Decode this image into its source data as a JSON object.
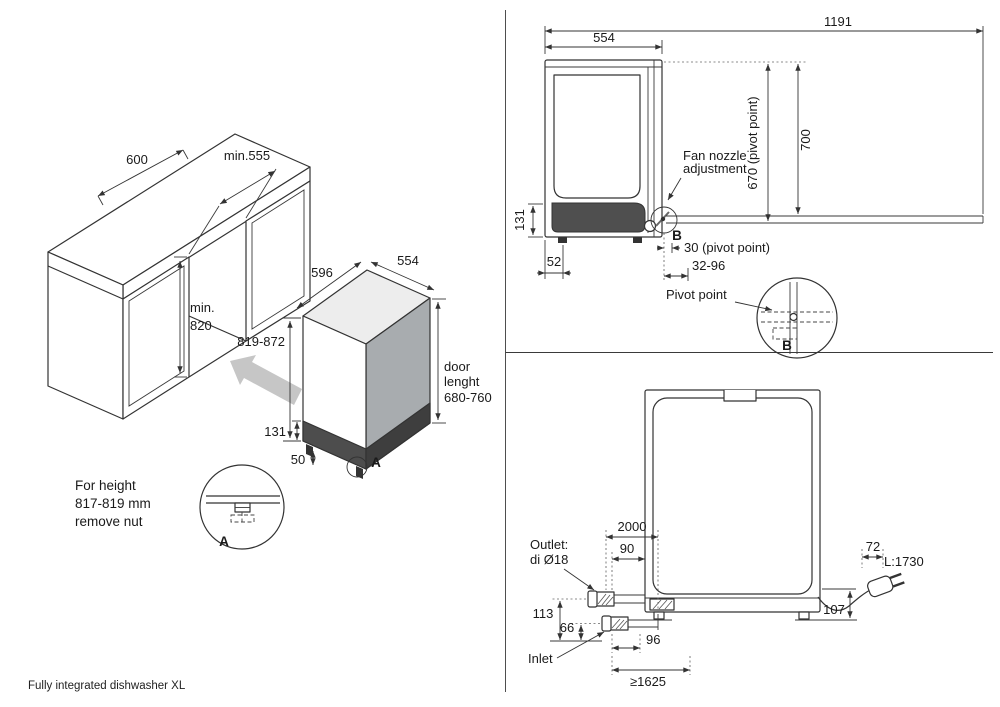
{
  "colors": {
    "line": "#333333",
    "dark_base": "#4d4d4d",
    "side_gray": "#a8acaf",
    "arrow_gray": "#c6c6c6"
  },
  "footer": {
    "caption": "Fully integrated dishwasher XL"
  },
  "iso": {
    "dim_600": "600",
    "dim_min_555": "min.555",
    "dim_min_820_line1": "min.",
    "dim_min_820_line2": "820",
    "dim_596": "596",
    "dim_554": "554",
    "dim_height_range": "819-872",
    "door_length_line1": "door",
    "door_length_line2": "lenght",
    "door_length_line3": "680-760",
    "dim_131": "131",
    "dim_50": "50",
    "detail_marker": "A",
    "note_line1": "For height",
    "note_line2": "817-819 mm",
    "note_line3": "remove nut",
    "detail_label": "A"
  },
  "side": {
    "dim_1191": "1191",
    "dim_554": "554",
    "dim_700": "700",
    "dim_670": "670 (pivot point)",
    "dim_131": "131",
    "dim_52": "52",
    "fan_nozzle_line1": "Fan nozzle",
    "fan_nozzle_line2": "adjustment",
    "pivot_marker": "B",
    "dim_30": "30 (pivot point)",
    "dim_32_96": "32-96",
    "pivot_label": "Pivot point",
    "detail_label": "B"
  },
  "rear": {
    "dim_2000": "2000",
    "dim_90": "90",
    "dim_72": "72",
    "cord_length": "L:1730",
    "outlet_line1": "Outlet:",
    "outlet_line2": "di Ø18",
    "dim_113": "113",
    "dim_66": "66",
    "dim_96": "96",
    "dim_107": "107",
    "inlet_label": "Inlet",
    "hose_min_length": "≥1625"
  }
}
